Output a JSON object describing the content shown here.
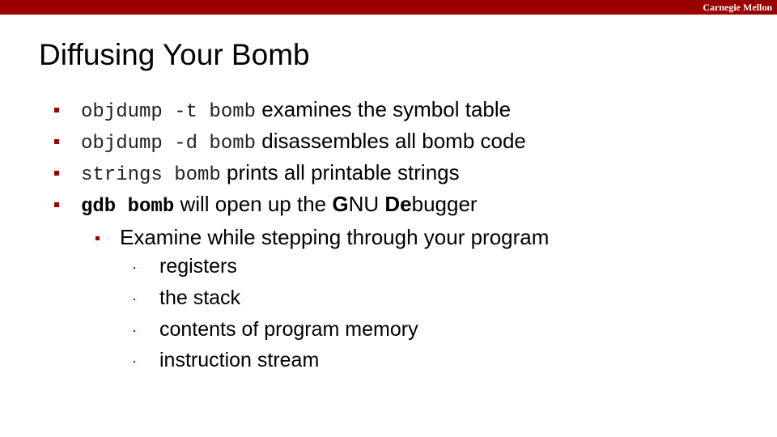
{
  "header": {
    "brand": "Carnegie Mellon"
  },
  "slide": {
    "title": "Diffusing Your Bomb",
    "items": [
      {
        "code": "objdump -t bomb",
        "text": " examines the symbol table"
      },
      {
        "code": "objdump -d bomb",
        "text": " disassembles all bomb code"
      },
      {
        "code": "strings bomb",
        "text": " prints all printable strings"
      },
      {
        "code": "gdb bomb",
        "text_parts": [
          " will open up the ",
          "G",
          "NU ",
          "De",
          "b",
          "ugger"
        ]
      }
    ],
    "sub_item": "Examine while stepping through your program",
    "sub_sub_items": [
      "registers",
      "the stack",
      "contents of program memory",
      "instruction stream"
    ]
  },
  "colors": {
    "accent": "#990000",
    "background": "#ffffff",
    "text": "#000000"
  }
}
